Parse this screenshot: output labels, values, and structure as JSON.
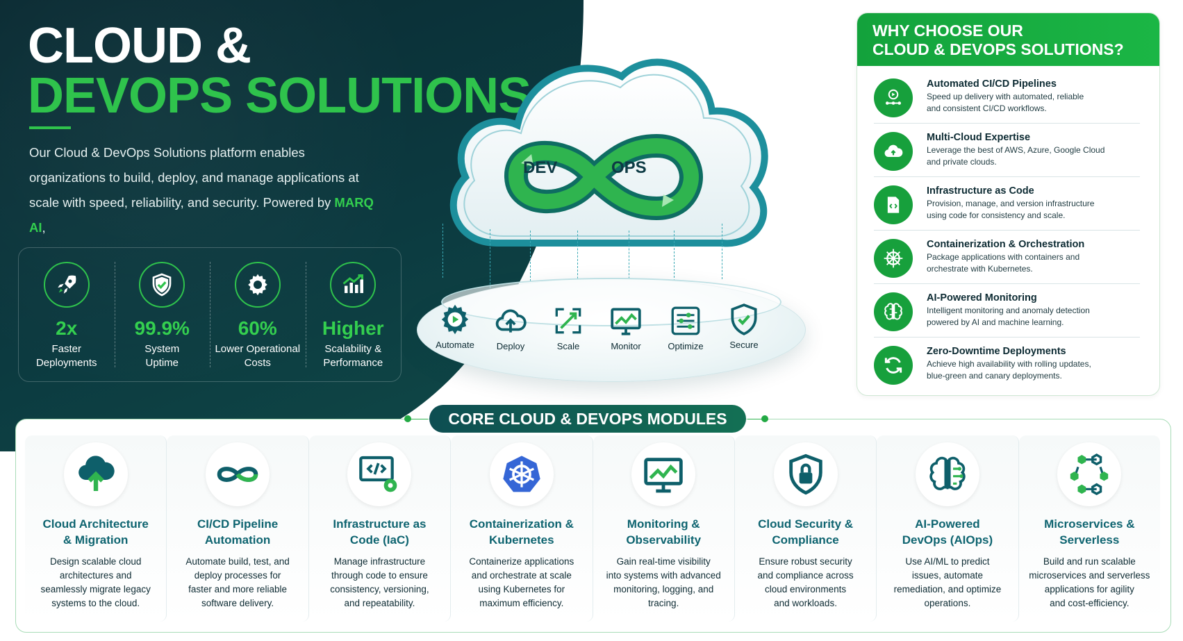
{
  "hero": {
    "title_line1": "CLOUD &",
    "title_line2": "DEVOPS SOLUTIONS",
    "description": "Our Cloud & DevOps Solutions platform enables organizations to build, deploy, and manage applications at scale with speed, reliability, and security. Powered by ",
    "brand": "MARQ AI",
    "description_end": ","
  },
  "stats": [
    {
      "icon": "rocket-icon",
      "value": "2x",
      "label_line1": "Faster",
      "label_line2": "Deployments"
    },
    {
      "icon": "shield-check-icon",
      "value": "99.9%",
      "label_line1": "System",
      "label_line2": "Uptime"
    },
    {
      "icon": "gear-icon",
      "value": "60%",
      "label_line1": "Lower Operational",
      "label_line2": "Costs"
    },
    {
      "icon": "bar-chart-icon",
      "value": "Higher",
      "label_line1": "Scalability &",
      "label_line2": "Performance"
    }
  ],
  "center": {
    "dev_label": "DEV",
    "ops_label": "OPS",
    "actions": [
      {
        "icon": "gear-play-icon",
        "label": "Automate"
      },
      {
        "icon": "cloud-upload-icon",
        "label": "Deploy"
      },
      {
        "icon": "expand-arrows-icon",
        "label": "Scale"
      },
      {
        "icon": "monitor-chart-icon",
        "label": "Monitor"
      },
      {
        "icon": "sliders-icon",
        "label": "Optimize"
      },
      {
        "icon": "shield-check-icon",
        "label": "Secure"
      }
    ]
  },
  "why": {
    "title_line1": "WHY CHOOSE OUR",
    "title_line2": "CLOUD & DEVOPS SOLUTIONS?",
    "items": [
      {
        "icon": "pipeline-icon",
        "title": "Automated CI/CD Pipelines",
        "desc_line1": "Speed up delivery with automated, reliable",
        "desc_line2": "and consistent CI/CD workflows."
      },
      {
        "icon": "cloud-icon",
        "title": "Multi-Cloud Expertise",
        "desc_line1": "Leverage the best of AWS, Azure, Google Cloud",
        "desc_line2": "and private clouds."
      },
      {
        "icon": "code-file-icon",
        "title": "Infrastructure as Code",
        "desc_line1": "Provision, manage, and version infrastructure",
        "desc_line2": "using code for consistency and scale."
      },
      {
        "icon": "helm-wheel-icon",
        "title": "Containerization & Orchestration",
        "desc_line1": "Package applications with containers and",
        "desc_line2": "orchestrate with Kubernetes."
      },
      {
        "icon": "brain-icon",
        "title": "AI-Powered Monitoring",
        "desc_line1": "Intelligent monitoring and anomaly detection",
        "desc_line2": "powered by AI and machine learning."
      },
      {
        "icon": "refresh-icon",
        "title": "Zero-Downtime Deployments",
        "desc_line1": "Achieve high availability with rolling updates,",
        "desc_line2": "blue-green and canary deployments."
      }
    ]
  },
  "modules": {
    "title": "CORE CLOUD & DEVOPS MODULES",
    "items": [
      {
        "icon": "cloud-migration-icon",
        "title_line1": "Cloud Architecture",
        "title_line2": "& Migration",
        "desc": [
          "Design scalable cloud",
          "architectures and",
          "seamlessly migrate legacy",
          "systems to the cloud."
        ]
      },
      {
        "icon": "infinity-icon",
        "title_line1": "CI/CD Pipeline",
        "title_line2": "Automation",
        "desc": [
          "Automate build, test, and",
          "deploy processes for",
          "faster and more reliable",
          "software delivery."
        ]
      },
      {
        "icon": "code-gear-icon",
        "title_line1": "Infrastructure as",
        "title_line2": "Code (IaC)",
        "desc": [
          "Manage infrastructure",
          "through code to ensure",
          "consistency, versioning,",
          "and repeatability."
        ]
      },
      {
        "icon": "kubernetes-icon",
        "title_line1": "Containerization &",
        "title_line2": "Kubernetes",
        "desc": [
          "Containerize applications",
          "and orchestrate at scale",
          "using Kubernetes for",
          "maximum efficiency."
        ]
      },
      {
        "icon": "monitor-chart-icon",
        "title_line1": "Monitoring &",
        "title_line2": "Observability",
        "desc": [
          "Gain real-time visibility",
          "into systems with advanced",
          "monitoring, logging, and",
          "tracing."
        ]
      },
      {
        "icon": "shield-lock-icon",
        "title_line1": "Cloud Security &",
        "title_line2": "Compliance",
        "desc": [
          "Ensure robust security",
          "and compliance across",
          "cloud environments",
          "and workloads."
        ]
      },
      {
        "icon": "brain-circuit-icon",
        "title_line1": "AI-Powered",
        "title_line2": "DevOps (AIOps)",
        "desc": [
          "Use AI/ML to predict",
          "issues, automate",
          "remediation, and optimize",
          "operations."
        ]
      },
      {
        "icon": "hexagon-network-icon",
        "title_line1": "Microservices &",
        "title_line2": "Serverless",
        "desc": [
          "Build and run scalable",
          "microservices and serverless",
          "applications for agility",
          "and cost-efficiency."
        ]
      }
    ]
  }
}
